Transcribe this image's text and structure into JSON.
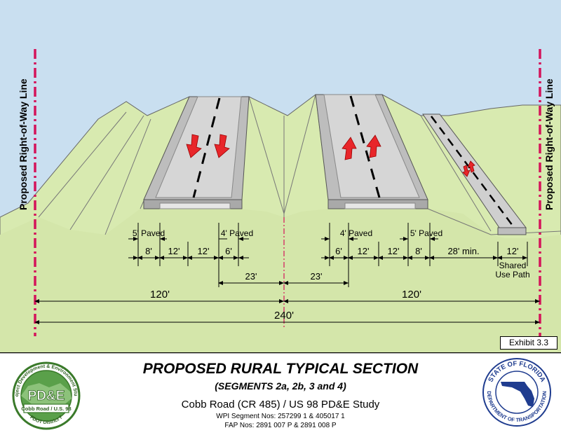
{
  "row_label": "Proposed Right-of-Way Line",
  "dimensions": {
    "left_paved_5": "5' Paved",
    "left_paved_4": "4' Paved",
    "right_paved_4": "4' Paved",
    "right_paved_5": "5' Paved",
    "l8": "8'",
    "l12a": "12'",
    "l12b": "12'",
    "l6": "6'",
    "r6": "6'",
    "r12a": "12'",
    "r12b": "12'",
    "r8": "8'",
    "r28": "28' min.",
    "r12path": "12'",
    "shared1": "Shared",
    "shared2": "Use Path",
    "m23l": "23'",
    "m23r": "23'",
    "half_l": "120'",
    "half_r": "120'",
    "total": "240'"
  },
  "exhibit": "Exhibit 3.3",
  "title": "PROPOSED RURAL TYPICAL SECTION",
  "subtitle": "(SEGMENTS 2a, 2b, 3 and 4)",
  "study": "Cobb Road (CR 485) / US 98 PD&E Study",
  "wpi": "WPI Segment Nos: 257299 1 & 405017 1",
  "fap": "FAP Nos: 2891 007 P & 2891 008 P",
  "logo_left": {
    "ring_text": "Project Development & Environment Study",
    "main": "PD&E",
    "banner": "Cobb Road / U.S. 98",
    "bottom": "FDOT District 7"
  },
  "logo_right": {
    "top": "STATE OF FLORIDA",
    "bottom": "DEPARTMENT OF TRANSPORTATION"
  },
  "colors": {
    "sky": "#c9dff0",
    "ground": "#d8eab0",
    "ground_line": "#666666",
    "pavement": "#cfcfcf",
    "row_line": "#d4145a",
    "arrow": "#e8262a"
  }
}
